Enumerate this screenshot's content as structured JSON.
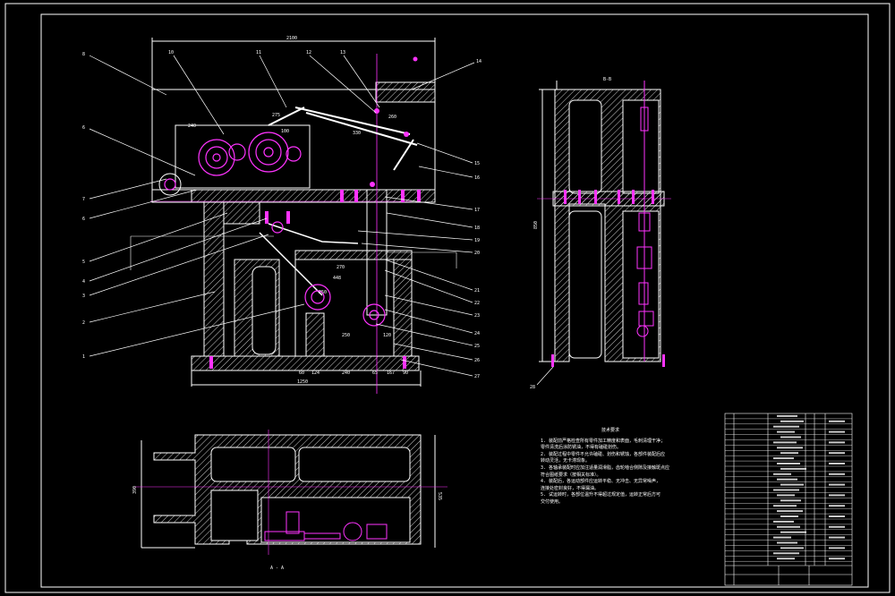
{
  "drawing": {
    "title_main_view": "",
    "section_label_top": "B-B",
    "section_label_bottom": "A - A",
    "dimensions": {
      "overall_width": "2100",
      "base_length": "1250",
      "height_right": "850",
      "plan_depth": "535",
      "plan_inner": "390",
      "d_240": "240",
      "d_275": "275",
      "d_100": "100",
      "d_260": "260",
      "d_330": "330",
      "d_270": "270",
      "d_250": "250",
      "d_448": "448",
      "d_250b": "250",
      "d_120": "120",
      "d_60": "60",
      "d_124": "124",
      "d_240b": "240",
      "d_65": "65",
      "d_167": "167",
      "d_90": "90"
    },
    "balloons_left": [
      "8",
      "6",
      "7",
      "6",
      "5",
      "4",
      "3",
      "2",
      "1"
    ],
    "balloons_top": [
      "10",
      "11",
      "12",
      "13",
      "14"
    ],
    "balloons_right": [
      "15",
      "16",
      "17",
      "18",
      "19",
      "20",
      "21",
      "22",
      "23",
      "24",
      "25",
      "26",
      "27"
    ],
    "balloon_section": "28"
  },
  "notes": {
    "title": "技术要求",
    "lines": [
      "1. 装配前严格检查所有零件加工精度和表面，毛刺清理干净；",
      "零件清洗后涂防锈油，不得有磕碰划伤。",
      "2. 装配过程中零件不允许磕碰、划伤和锈蚀，各部件装配后应",
      "转动灵活，无卡滞现象。",
      "3. 各轴承装配时应加注适量润滑脂，齿轮啮合侧隙及接触斑点应",
      "符合图纸要求（按相关标准）。",
      "4. 装配后，各运动部件应运转平稳、无冲击、无异常噪声，",
      "连接处密封良好，不得漏油。",
      "5. 试运转时，各部位温升不得超过规定值，运转正常后方可",
      "交付使用。"
    ]
  },
  "colors": {
    "background": "#000000",
    "outline": "#ffffff",
    "part": "#ff33ff",
    "leader": "#ffffff",
    "hatch": "#ffffff"
  }
}
